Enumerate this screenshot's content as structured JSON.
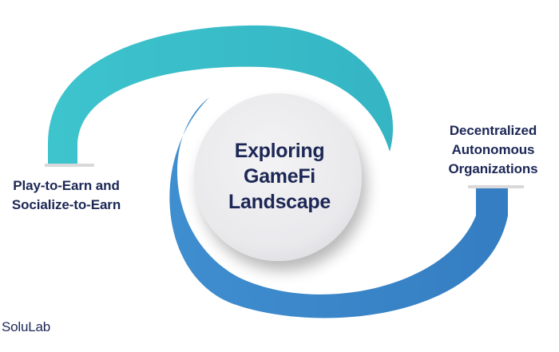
{
  "center": {
    "line1": "Exploring",
    "line2": "GameFi",
    "line3": "Landscape"
  },
  "left_item": {
    "line1": "Play-to-Earn and",
    "line2": "Socialize-to-Earn"
  },
  "right_item": {
    "line1": "Decentralized",
    "line2": "Autonomous",
    "line3": "Organizations"
  },
  "brand": "SoluLab",
  "colors": {
    "teal": "#3ec3cc",
    "blue": "#3a86c9",
    "text": "#1c2755",
    "circle_fill": "#ececee"
  }
}
